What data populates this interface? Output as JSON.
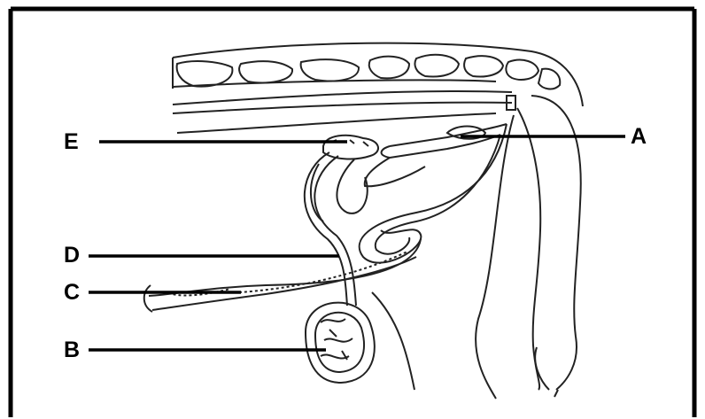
{
  "diagram": {
    "labels": {
      "a": "A",
      "b": "B",
      "c": "C",
      "d": "D",
      "e": "E"
    },
    "line_color": "#000000",
    "background": "#ffffff"
  }
}
